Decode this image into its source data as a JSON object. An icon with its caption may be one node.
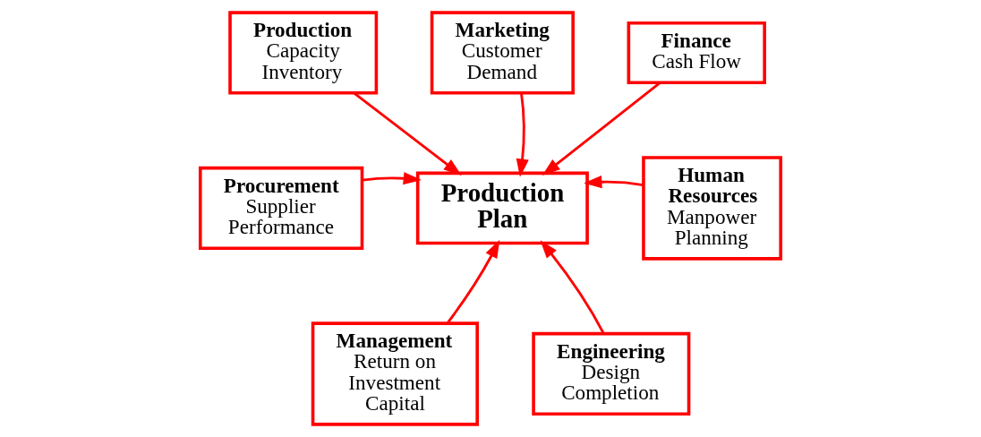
{
  "diagram": {
    "nodes": [
      {
        "text": [
          "Marketing",
          "Customer Demand"
        ]
      },
      {
        "text": [
          "Production",
          "Capacity Inventory"
        ]
      },
      {
        "text": [
          "Finance",
          "Cash Flow"
        ]
      },
      {
        "text": [
          "Procurement",
          "Supplier Performance"
        ]
      },
      {
        "text": [
          "Production Plan"
        ]
      },
      {
        "text": [
          "Human Resources",
          "Manpower Planning"
        ]
      },
      {
        "text": [
          "Management",
          "Return on Investment Capital"
        ]
      },
      {
        "text": [
          "Engineering",
          "Design Completion"
        ]
      }
    ],
    "edges": [
      {
        "from": 1,
        "to": 4,
        "arrow": "to"
      },
      {
        "from": 0,
        "to": 4,
        "arrow": "to"
      },
      {
        "from": 2,
        "to": 4,
        "arrow": "to"
      },
      {
        "from": 3,
        "to": 4,
        "arrow": "to"
      },
      {
        "from": 5,
        "to": 4,
        "arrow": "to"
      },
      {
        "from": 6,
        "to": 4,
        "arrow": "to"
      },
      {
        "from": 7,
        "to": 4,
        "arrow": "to"
      }
    ]
  }
}
